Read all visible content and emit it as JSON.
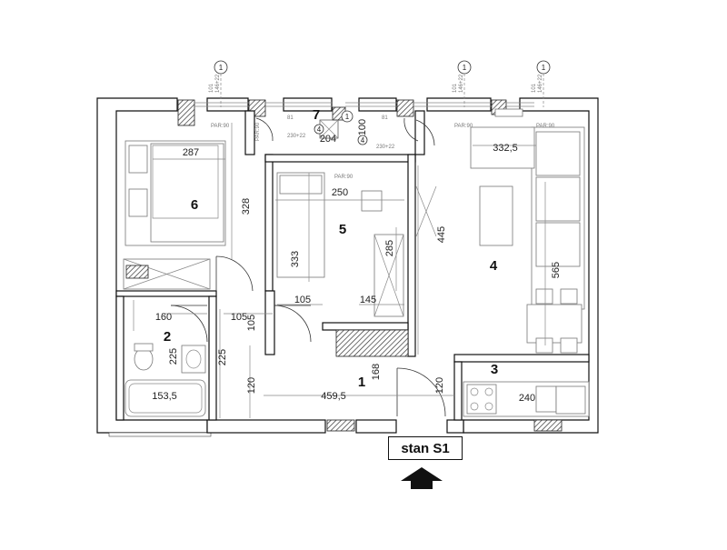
{
  "unit_label": "stan S1",
  "rooms": [
    {
      "number": "1"
    },
    {
      "number": "2"
    },
    {
      "number": "3"
    },
    {
      "number": "4"
    },
    {
      "number": "5"
    },
    {
      "number": "6"
    },
    {
      "number": "7"
    }
  ],
  "dimensions": {
    "room6_width": "287",
    "room6_depth": "328",
    "room5_width": "250",
    "room5_depth": "333",
    "room5_wardrobe": "285",
    "room5_left_seg": "105",
    "room5_right_seg": "145",
    "room4_width": "332,5",
    "room4_depth": "565",
    "hall_depth": "445",
    "room7_width": "204",
    "room7_depth": "100",
    "room2_width": "160",
    "room2_depth": "225",
    "bathtub": "153,5",
    "hall_a": "105",
    "hall_b": "105",
    "hall_c": "225",
    "hall_d": "120",
    "hall_length": "459,5",
    "hall_e": "168",
    "entrance_width": "120",
    "kitchen_counter": "240"
  },
  "grid_markers": [
    "1",
    "1",
    "1",
    "1"
  ],
  "window_markers": [
    "4",
    "4"
  ],
  "window_codes": [
    "PAR:90",
    "PAR:90",
    "PAR:90",
    "PAR:90",
    "PAR:90"
  ],
  "window_sizes": [
    "101",
    "101",
    "101",
    "81",
    "81"
  ],
  "window_heights": [
    "146+22",
    "146+22",
    "146+22",
    "230+22",
    "230+22"
  ]
}
